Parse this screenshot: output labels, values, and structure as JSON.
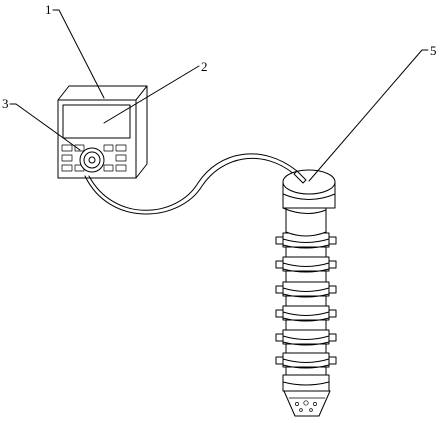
{
  "labels": [
    {
      "id": "1",
      "text": "1"
    },
    {
      "id": "2",
      "text": "2"
    },
    {
      "id": "3",
      "text": "3"
    },
    {
      "id": "5",
      "text": "5"
    }
  ]
}
